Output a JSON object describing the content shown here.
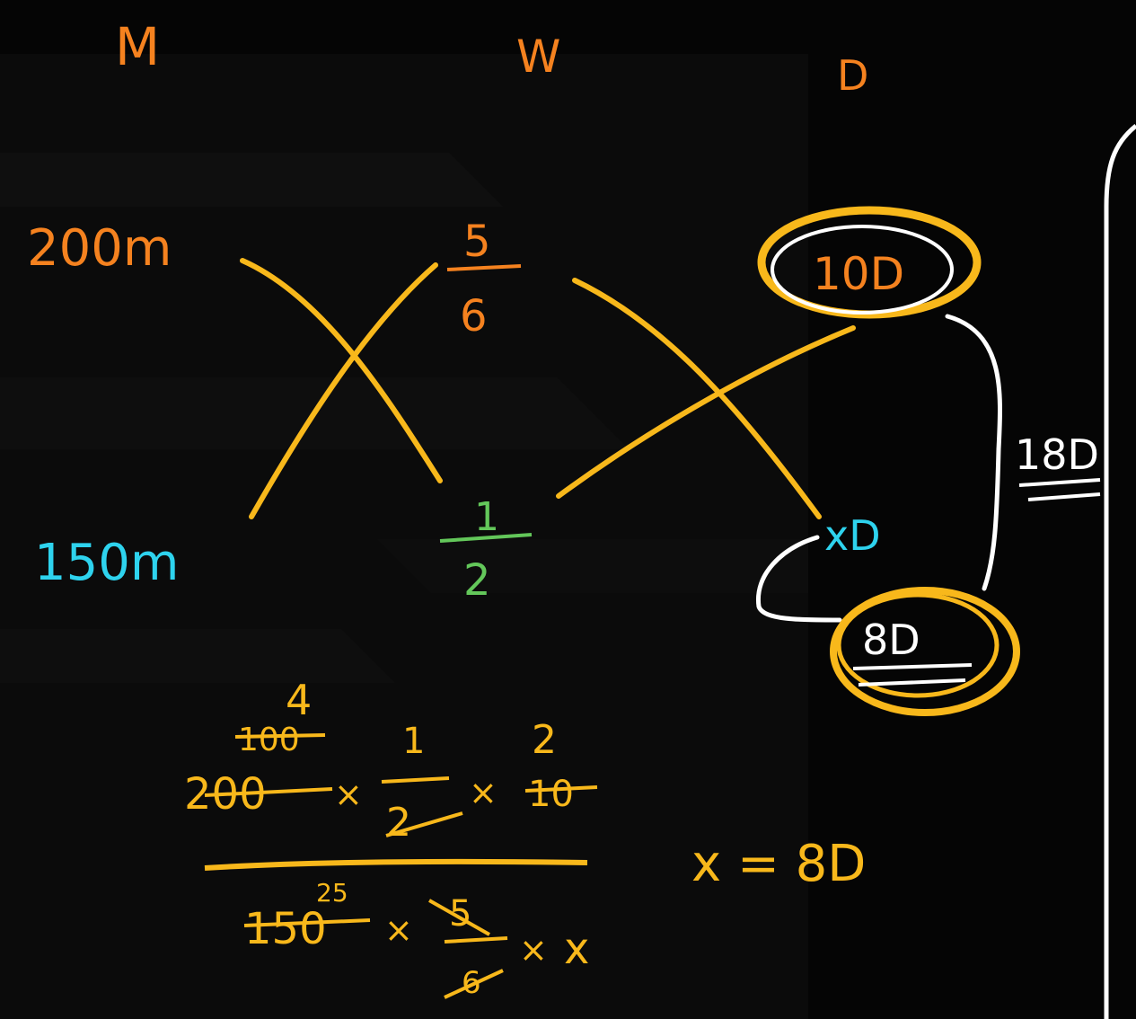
{
  "colors": {
    "orange": "#F5821F",
    "yellow": "#F8B81B",
    "cyan": "#2ED3EE",
    "green": "#63C75A",
    "white": "#FFFFFF",
    "background": "#050505"
  },
  "headers": {
    "men": "M",
    "work": "W",
    "days": "D"
  },
  "row1": {
    "men": "200m",
    "work_num": "5",
    "work_den": "6",
    "days": "10D"
  },
  "row2": {
    "men": "150m",
    "work_num": "1",
    "work_den": "2",
    "days": "xD"
  },
  "side": {
    "sum": "18D",
    "answer": "8D"
  },
  "calc": {
    "num_top_left": "4",
    "num_struck_mid": "100",
    "num_struck_first": "200",
    "num_times1": "×",
    "frac1_num": "1",
    "frac1_den": "2",
    "num_times2": "×",
    "num_top_right": "2",
    "num_struck_last": "10",
    "den_struck_first": "150",
    "den_small": "25",
    "den_times1": "×",
    "frac2_num": "5",
    "frac2_den": "6",
    "den_times2": "×",
    "den_var": "x"
  },
  "result": "x = 8D"
}
